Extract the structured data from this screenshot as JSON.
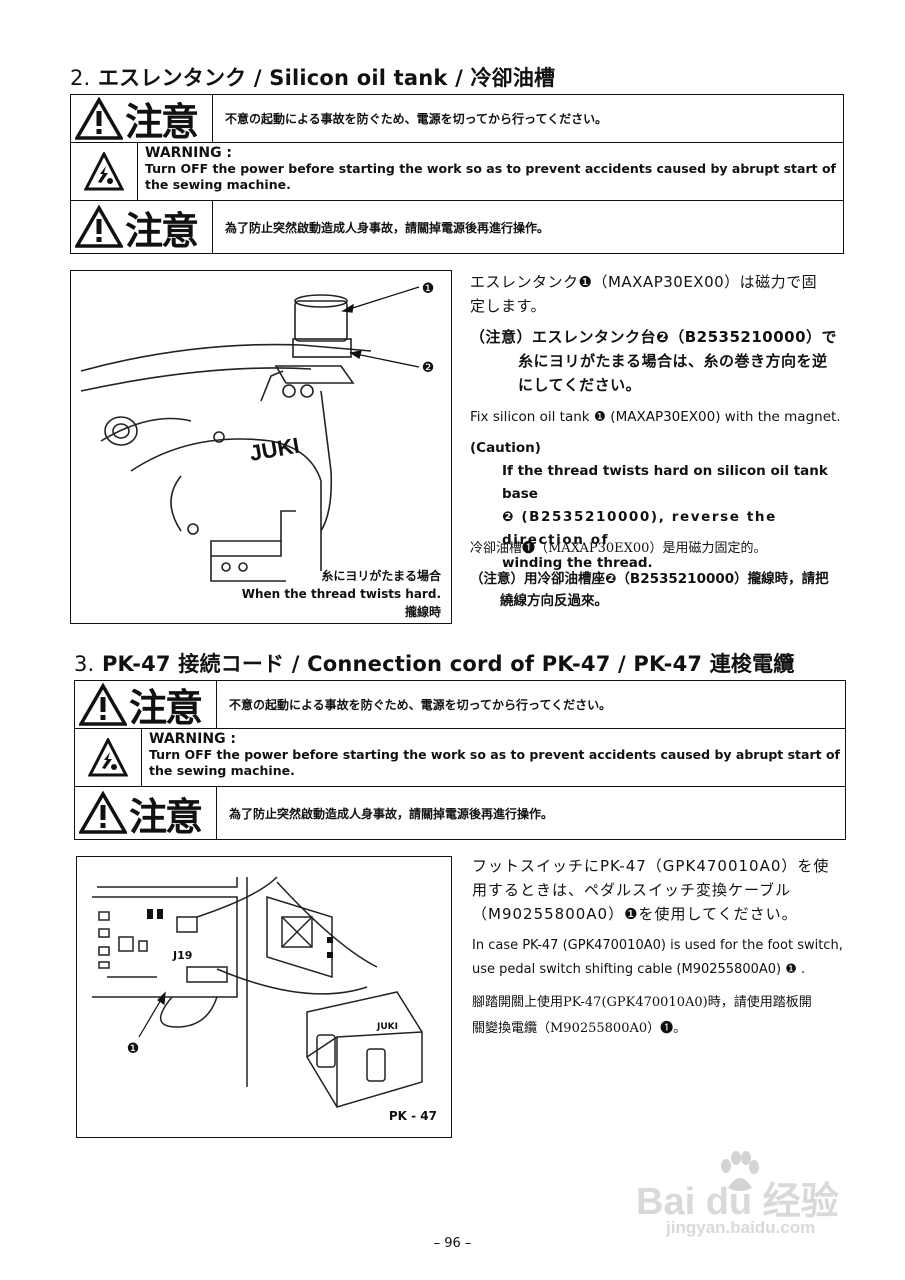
{
  "section2": {
    "number": "2.",
    "title": "エスレンタンク / Silicon oil tank / 冷卻油槽",
    "warning_jp_badge": "注意",
    "warning_jp": "不意の起動による事故を防ぐため、電源を切ってから行ってください。",
    "warning_en_head": "WARNING :",
    "warning_en": "Turn OFF the power before starting the work so as to prevent accidents caused by abrupt start of the sewing machine.",
    "warning_cn_badge": "注意",
    "warning_cn": "為了防止突然啟動造成人身事故，請關掉電源後再進行操作。",
    "figure": {
      "callout1": "❶",
      "callout2": "❷",
      "brand": "JUKI",
      "caption_jp": "糸にヨリがたまる場合",
      "caption_en": "When the thread twists hard.",
      "caption_cn": "攏線時"
    },
    "jp_para1_a": "エスレンタンク❶（MAXAP30EX00）は磁力で固",
    "jp_para1_b": "定します。",
    "jp_caution_a": "（注意）エスレンタンク台❷（B2535210000）で",
    "jp_caution_b": "糸にヨリがたまる場合は、糸の巻き方向を逆",
    "jp_caution_c": "にしてください。",
    "en_para": "Fix silicon oil tank ❶ (MAXAP30EX00) with the magnet.",
    "en_caution_head": "(Caution)",
    "en_caution_a": "If the thread twists hard on silicon oil tank base",
    "en_caution_b": "❷ (B2535210000), reverse the direction of",
    "en_caution_c": "winding the thread.",
    "cn_para": "冷卻油槽❶（MAXAP30EX00）是用磁力固定的。",
    "cn_caution_a": "（注意）用冷卻油槽座❷（B2535210000）攏線時，請把",
    "cn_caution_b": "繞線方向反過來。"
  },
  "section3": {
    "number": "3.",
    "title": "PK-47 接続コード / Connection cord of PK-47 / PK-47 連梭電纜",
    "warning_jp_badge": "注意",
    "warning_jp": "不意の起動による事故を防ぐため、電源を切ってから行ってください。",
    "warning_en_head": "WARNING :",
    "warning_en": "Turn OFF the power before starting the work so as to prevent accidents caused by abrupt start of the sewing machine.",
    "warning_cn_badge": "注意",
    "warning_cn": "為了防止突然啟動造成人身事故，請關掉電源後再進行操作。",
    "figure": {
      "connector": "J19",
      "callout1": "❶",
      "brand": "JUKI",
      "caption": "PK - 47"
    },
    "jp_para_a": "フットスイッチにPK-47（GPK470010A0）を使",
    "jp_para_b": "用するときは、ペダルスイッチ変換ケーブル",
    "jp_para_c": "（M90255800A0）❶を使用してください。",
    "en_para_a": "In case PK-47 (GPK470010A0) is used for the foot switch,",
    "en_para_b": "use pedal switch shifting cable (M90255800A0) ❶ .",
    "cn_para_a": "腳踏開關上使用PK-47(GPK470010A0)時，請使用踏板開",
    "cn_para_b": "關變換電纜（M90255800A0）❶。"
  },
  "page_number": "– 96 –",
  "watermark": {
    "brand": "Bai du 经验",
    "url": "jingyan.baidu.com"
  }
}
